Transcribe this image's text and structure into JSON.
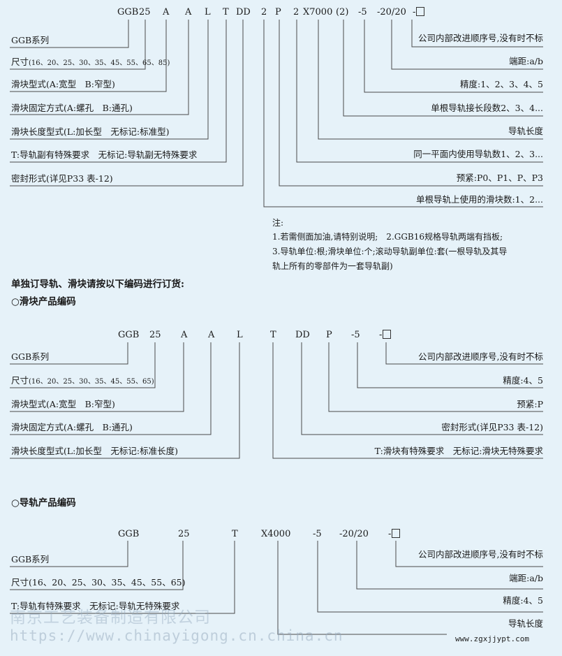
{
  "sec1": {
    "header": [
      "GGB",
      "25",
      "A",
      "A",
      "L",
      "T",
      "DD",
      "2",
      "P",
      "2",
      "X7000",
      "(2)",
      "-5",
      "-20/20",
      "-"
    ],
    "left_labels": [
      "GGB系列",
      "尺寸",
      "滑块型式(A:宽型　B:窄型)",
      "滑块固定方式(A:螺孔　B:通孔)",
      "滑块长度型式(L:加长型　无标记:标准型)",
      "T:导轨副有特殊要求　无标记:导轨副无特殊要求",
      "密封形式(详见P33 表-12)"
    ],
    "size_small": "(16、20、25、30、35、45、55、65、85)",
    "right_labels": [
      "公司内部改进顺序号,没有时不标",
      "端距:a/b",
      "精度:1、2、3、4、5",
      "单根导轨接长段数2、3、4...",
      "导轨长度",
      "同一平面内使用导轨数1、2、3...",
      "预紧:P0、P1、P、P3",
      "单根导轨上使用的滑块数:1、2..."
    ],
    "notes": [
      "注:",
      "1.若需侧面加油,请特别说明;　2.GGB16规格导轨两端有挡板;",
      "3.导轨单位:根;滑块单位:个;滚动导轨副单位:套(一根导轨及其导",
      "轨上所有的零部件为一套导轨副)"
    ]
  },
  "order_title": "单独订导轨、滑块请按以下编码进行订货:",
  "slider_title": "○滑块产品编码",
  "sec2": {
    "header": [
      "GGB",
      "25",
      "A",
      "A",
      "L",
      "T",
      "DD",
      "P",
      "-5",
      "-"
    ],
    "left_labels": [
      "GGB系列",
      "尺寸",
      "滑块型式(A:宽型　B:窄型)",
      "滑块固定方式(A:螺孔　B:通孔)",
      "滑块长度型式(L:加长型　无标记:标准长度)"
    ],
    "size_small": "(16、20、25、30、35、45、55、65)",
    "right_labels": [
      "公司内部改进顺序号,没有时不标",
      "精度:4、5",
      "预紧:P",
      "密封形式(详见P33 表-12)",
      "T:滑块有特殊要求　无标记:滑块无特殊要求"
    ]
  },
  "rail_title": "○导轨产品编码",
  "sec3": {
    "header": [
      "GGB",
      "25",
      "T",
      "X4000",
      "-5",
      "-20/20",
      "-"
    ],
    "left_labels": [
      "GGB系列",
      "尺寸(16、20、25、30、35、45、55、65)",
      "T:导轨有特殊要求　无标记:导轨无特殊要求"
    ],
    "right_labels": [
      "公司内部改进顺序号,没有时不标",
      "端距:a/b",
      "精度:4、5",
      "导轨长度"
    ]
  },
  "watermark": {
    "line1": "南京工艺装备制造有限公司",
    "line2": "https://www.chinayigong.cn.china.cn",
    "site": "www.zgxjjypt.com"
  }
}
